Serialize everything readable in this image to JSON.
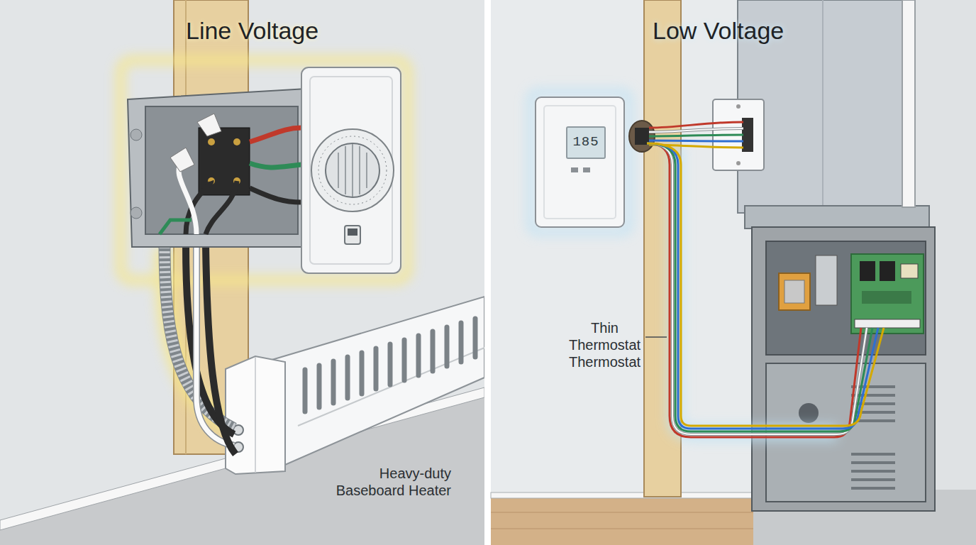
{
  "diagram": {
    "nodes": [
      {
        "text": [
          "Line Voltage"
        ]
      },
      {
        "text": [
          "Low Voltage"
        ]
      },
      {
        "text": [
          "185"
        ],
        "in": 1
      }
    ],
    "labels": [
      "Heavy-duty Baseboard Heater",
      "Thin Thermostat Thermostat"
    ]
  }
}
